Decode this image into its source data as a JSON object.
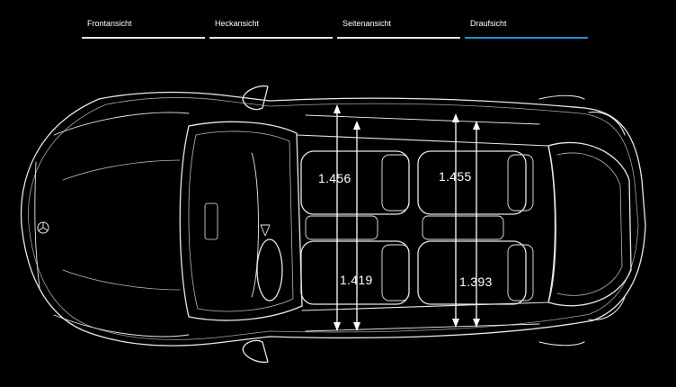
{
  "tabs": [
    {
      "label": "Frontansicht",
      "active": false
    },
    {
      "label": "Heckansicht",
      "active": false
    },
    {
      "label": "Seitenansicht",
      "active": false
    },
    {
      "label": "Draufsicht",
      "active": true
    }
  ],
  "measurements": {
    "front_shoulder": "1.456",
    "rear_shoulder": "1.455",
    "front_hip": "1.419",
    "rear_hip": "1.393"
  },
  "colors": {
    "accent": "#1f8fd6",
    "line": "#e6e6e6",
    "background": "#000000"
  },
  "icons": {
    "logo": "mercedes-star-icon"
  }
}
